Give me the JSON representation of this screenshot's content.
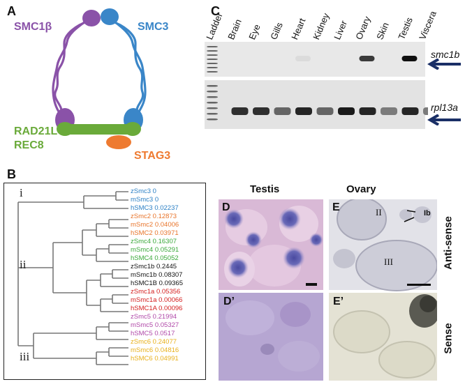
{
  "panel_letters": {
    "a": "A",
    "b": "B",
    "c": "C",
    "d": "D",
    "e": "E",
    "d_prime": "D’",
    "e_prime": "E’"
  },
  "panel_a": {
    "smc1b": "SMC1β",
    "smc3": "SMC3",
    "rad21l": "RAD21L",
    "rec8": "REC8",
    "stag3": "STAG3",
    "colors": {
      "smc1b": "#8a52a8",
      "smc3": "#3a86c8",
      "kleisin": "#6aaa3a",
      "stag3": "#ee7a30"
    }
  },
  "panel_b": {
    "clades": [
      "i",
      "ii",
      "iii"
    ],
    "leaves": [
      {
        "label": "zSmc3 0",
        "color": "#2a7fc4"
      },
      {
        "label": "mSmc3 0",
        "color": "#2a7fc4"
      },
      {
        "label": "hSMC3 0.02237",
        "color": "#2a7fc4"
      },
      {
        "label": "zSmc2 0.12873",
        "color": "#e8742a"
      },
      {
        "label": "mSmc2 0.04006",
        "color": "#e8742a"
      },
      {
        "label": "hSMC2 0.03971",
        "color": "#e8742a"
      },
      {
        "label": "zSmc4 0.16307",
        "color": "#3aa83a"
      },
      {
        "label": "mSmc4 0.05291",
        "color": "#3aa83a"
      },
      {
        "label": "hSMC4 0.05052",
        "color": "#3aa83a"
      },
      {
        "label": "zSmc1b 0.2445",
        "color": "#111111"
      },
      {
        "label": "mSmc1b 0.08307",
        "color": "#111111"
      },
      {
        "label": "hSMC1B 0.09365",
        "color": "#111111"
      },
      {
        "label": "zSmc1a 0.05356",
        "color": "#d42020"
      },
      {
        "label": "mSmc1a 0.00066",
        "color": "#d42020"
      },
      {
        "label": "hSMC1A 0.00096",
        "color": "#d42020"
      },
      {
        "label": "zSmc5 0.21994",
        "color": "#b048a8"
      },
      {
        "label": "mSmc5 0.05327",
        "color": "#b048a8"
      },
      {
        "label": "hSMC5 0.0517",
        "color": "#b048a8"
      },
      {
        "label": "zSmc6 0.24077",
        "color": "#e8b01a"
      },
      {
        "label": "mSmc6 0.04816",
        "color": "#e8b01a"
      },
      {
        "label": "hSMC6 0.04991",
        "color": "#e8b01a"
      }
    ]
  },
  "panel_c": {
    "lanes": [
      "Ladder",
      "Brain",
      "Eye",
      "Gills",
      "Heart",
      "Kidney",
      "Liver",
      "Ovary",
      "Skin",
      "Testis",
      "Viscera"
    ],
    "genes": [
      "smc1b",
      "rpl13a"
    ],
    "smc1b_intensity": [
      0,
      0,
      0,
      0,
      0.05,
      0,
      0,
      0.8,
      0,
      1,
      0
    ],
    "rpl13a_intensity": [
      0,
      0.85,
      0.85,
      0.6,
      0.9,
      0.6,
      0.95,
      0.9,
      0.5,
      0.9,
      0.5
    ]
  },
  "panel_de": {
    "testis": "Testis",
    "ovary": "Ovary",
    "antisense": "Anti-sense",
    "sense": "Sense",
    "stage_ii": "II",
    "stage_iii": "III",
    "stage_ib": "Ib"
  }
}
